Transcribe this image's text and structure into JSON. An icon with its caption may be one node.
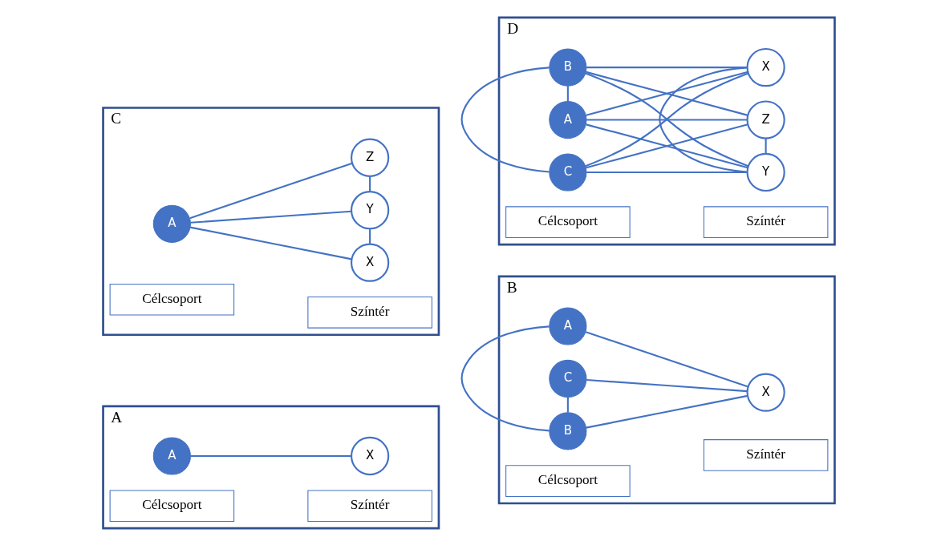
{
  "diagram": {
    "nodes": [
      {
        "text": [
          "A"
        ]
      },
      {
        "text": [
          "Célcsoport"
        ],
        "in": 0
      },
      {
        "text": [
          "Színtér"
        ],
        "in": 0
      },
      {
        "text": [
          "A"
        ],
        "in": 0
      },
      {
        "text": [
          "X"
        ],
        "in": 0
      },
      {
        "text": [
          "B"
        ]
      },
      {
        "text": [
          "Célcsoport"
        ],
        "in": 5
      },
      {
        "text": [
          "Színtér"
        ],
        "in": 5
      },
      {
        "text": [
          "A"
        ],
        "in": 5
      },
      {
        "text": [
          "B"
        ],
        "in": 5
      },
      {
        "text": [
          "C"
        ],
        "in": 5
      },
      {
        "text": [
          "X"
        ],
        "in": 5
      },
      {
        "text": [
          "C"
        ]
      },
      {
        "text": [
          "Célcsoport"
        ],
        "in": 12
      },
      {
        "text": [
          "Színtér"
        ],
        "in": 12
      },
      {
        "text": [
          "A"
        ],
        "in": 12
      },
      {
        "text": [
          "X"
        ],
        "in": 12
      },
      {
        "text": [
          "Y"
        ],
        "in": 12
      },
      {
        "text": [
          "Z"
        ],
        "in": 12
      },
      {
        "text": [
          "D"
        ]
      },
      {
        "text": [
          "Célcsoport"
        ],
        "in": 19
      },
      {
        "text": [
          "Színtér"
        ],
        "in": 19
      },
      {
        "text": [
          "A"
        ],
        "in": 19
      },
      {
        "text": [
          "B"
        ],
        "in": 19
      },
      {
        "text": [
          "C"
        ],
        "in": 19
      },
      {
        "text": [
          "X"
        ],
        "in": 19
      },
      {
        "text": [
          "Y"
        ],
        "in": 19
      },
      {
        "text": [
          "Z"
        ],
        "in": 19
      }
    ],
    "edges": [
      {
        "from": 3,
        "to": 4,
        "arrow": "none"
      },
      {
        "from": 8,
        "to": 9,
        "arrow": "none"
      },
      {
        "from": 9,
        "to": 10,
        "arrow": "none"
      },
      {
        "from": 8,
        "to": 11,
        "arrow": "none"
      },
      {
        "from": 9,
        "to": 11,
        "arrow": "none"
      },
      {
        "from": 10,
        "to": 11,
        "arrow": "none"
      },
      {
        "from": 16,
        "to": 17,
        "arrow": "none"
      },
      {
        "from": 17,
        "to": 18,
        "arrow": "none"
      },
      {
        "from": 15,
        "to": 16,
        "arrow": "none"
      },
      {
        "from": 15,
        "to": 17,
        "arrow": "none"
      },
      {
        "from": 15,
        "to": 18,
        "arrow": "none"
      },
      {
        "from": 22,
        "to": 23,
        "arrow": "none"
      },
      {
        "from": 23,
        "to": 24,
        "arrow": "none"
      },
      {
        "from": 25,
        "to": 26,
        "arrow": "none"
      },
      {
        "from": 26,
        "to": 27,
        "arrow": "none"
      },
      {
        "from": 22,
        "to": 25,
        "arrow": "none"
      },
      {
        "from": 22,
        "to": 26,
        "arrow": "none"
      },
      {
        "from": 22,
        "to": 27,
        "arrow": "none"
      },
      {
        "from": 23,
        "to": 25,
        "arrow": "none"
      },
      {
        "from": 23,
        "to": 26,
        "arrow": "none"
      },
      {
        "from": 23,
        "to": 27,
        "arrow": "none"
      },
      {
        "from": 24,
        "to": 25,
        "arrow": "none"
      },
      {
        "from": 24,
        "to": 26,
        "arrow": "none"
      },
      {
        "from": 24,
        "to": 27,
        "arrow": "none"
      }
    ]
  }
}
